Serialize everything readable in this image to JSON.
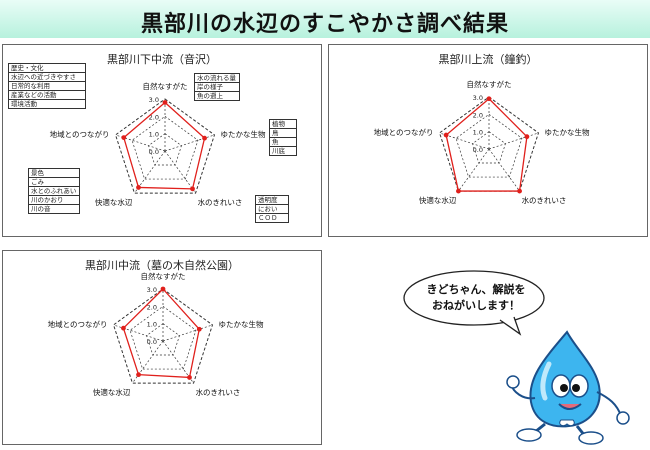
{
  "page": {
    "title": "黒部川の水辺のすこやかさ調べ結果"
  },
  "axes": [
    "自然なすがた",
    "ゆたかな生物",
    "水のきれいさ",
    "快適な水辺",
    "地域とのつながり"
  ],
  "ticks": [
    "0.0",
    "1.0",
    "2.0",
    "3.0"
  ],
  "chart_data": [
    {
      "type": "radar",
      "title": "黒部川下中流（音沢）",
      "axes": [
        "自然なすがた",
        "ゆたかな生物",
        "水のきれいさ",
        "快適な水辺",
        "地域とのつながり"
      ],
      "range": [
        0,
        3
      ],
      "gridlines": [
        1,
        2,
        3
      ],
      "values": [
        2.8,
        2.4,
        2.7,
        2.6,
        2.5
      ]
    },
    {
      "type": "radar",
      "title": "黒部川上流（鐘釣）",
      "axes": [
        "自然なすがた",
        "ゆたかな生物",
        "水のきれいさ",
        "快適な水辺",
        "地域とのつながり"
      ],
      "range": [
        0,
        3
      ],
      "gridlines": [
        1,
        2,
        3
      ],
      "values": [
        2.9,
        2.3,
        3.0,
        3.0,
        2.6
      ]
    },
    {
      "type": "radar",
      "title": "黒部川中流（墓の木自然公園）",
      "axes": [
        "自然なすがた",
        "ゆたかな生物",
        "水のきれいさ",
        "快適な水辺",
        "地域とのつながり"
      ],
      "range": [
        0,
        3
      ],
      "gridlines": [
        1,
        2,
        3
      ],
      "values": [
        3.0,
        2.2,
        2.6,
        2.4,
        2.4
      ]
    }
  ],
  "legends": {
    "left_top": [
      "歴史・文化",
      "水辺への近づきやすさ",
      "日常的な利用",
      "産業などの活動",
      "環境活動"
    ],
    "center_top": [
      "水の流れる量",
      "岸の様子",
      "魚の遡上"
    ],
    "right_mid": [
      "植物",
      "鳥",
      "魚",
      "川底"
    ],
    "left_bottom": [
      "景色",
      "ごみ",
      "水とのふれあい",
      "川のかおり",
      "川の音"
    ],
    "right_bottom": [
      "透明度",
      "におい",
      "ＣＯＤ"
    ]
  },
  "mascot": {
    "speech": [
      "きどちゃん、解説を",
      "おねがいします！"
    ]
  },
  "colors": {
    "series": "#e0201c",
    "grid": "#333333",
    "band": "#b7f1dd"
  }
}
